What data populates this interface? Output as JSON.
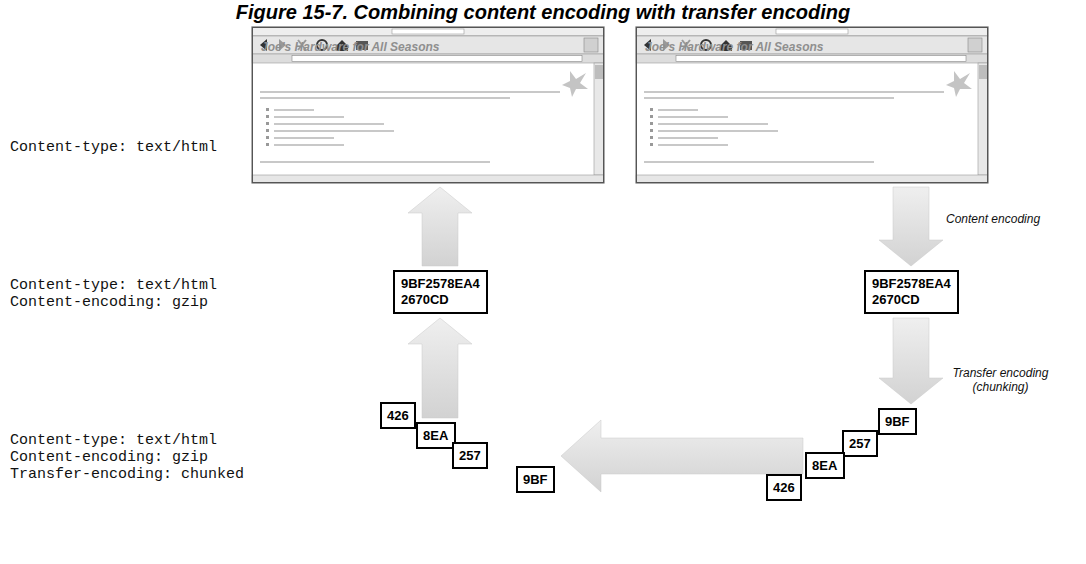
{
  "diagram": {
    "title": "Figure 15-7. Combining content encoding with transfer encoding",
    "nodes": [
      {
        "text": [
          "Joe's Hardware for All Seasons"
        ]
      },
      {
        "text": [
          "Joe's Hardware for All Seasons"
        ]
      },
      {
        "text": [
          "9BF2578EA4 2670CD"
        ]
      },
      {
        "text": [
          "9BF2578EA4 2670CD"
        ]
      },
      {
        "text": [
          "426"
        ]
      },
      {
        "text": [
          "8EA"
        ]
      },
      {
        "text": [
          "257"
        ]
      },
      {
        "text": [
          "9BF"
        ]
      },
      {
        "text": [
          "9BF"
        ]
      },
      {
        "text": [
          "257"
        ]
      },
      {
        "text": [
          "8EA"
        ]
      },
      {
        "text": [
          "426"
        ]
      }
    ],
    "edges": [
      {
        "from": 1,
        "to": 3,
        "label": "Content encoding",
        "arrow": "to"
      },
      {
        "from": 3,
        "to": 8,
        "label": "Transfer encoding (chunking)",
        "arrow": "to"
      },
      {
        "from": 10,
        "to": 7,
        "arrow": "to"
      },
      {
        "from": 5,
        "to": 2,
        "arrow": "to"
      },
      {
        "from": 2,
        "to": 0,
        "arrow": "to"
      }
    ],
    "labels": [
      "Content-type: text/html",
      "Content-type: text/html",
      "Content-encoding: gzip",
      "Content-type: text/html",
      "Content-encoding: gzip",
      "Transfer-encoding: chunked"
    ]
  }
}
